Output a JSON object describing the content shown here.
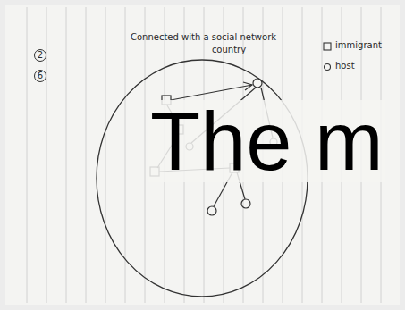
{
  "diagram": {
    "title": "Connected with a social network",
    "nodes": [
      {
        "text": [
          "country"
        ]
      }
    ],
    "labels": [
      "2",
      "6",
      "The m"
    ],
    "legend": [
      {
        "text": "immigrant"
      },
      {
        "text": "host"
      }
    ]
  }
}
